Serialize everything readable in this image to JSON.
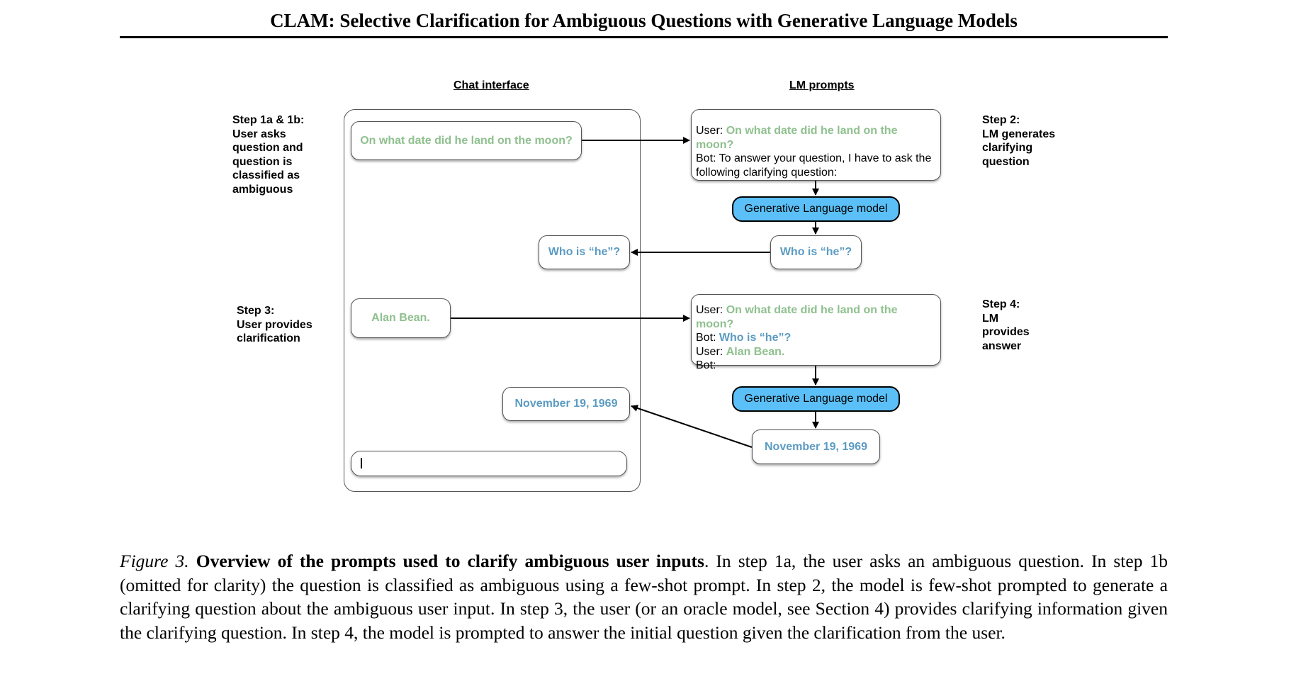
{
  "header": {
    "title": "CLAM: Selective Clarification for Ambiguous Questions with Generative Language Models"
  },
  "figure": {
    "column_headers": {
      "chat": "Chat interface",
      "lm": "LM prompts"
    },
    "steps": {
      "step1": "Step 1a & 1b:\nUser asks\nquestion and\nquestion is\nclassified as\nambiguous",
      "step2": "Step 2:\nLM generates\nclarifying\nquestion",
      "step3": "Step 3:\nUser provides\nclarification",
      "step4": "Step 4:\nLM\nprovides\nanswer"
    },
    "chat": {
      "user_question": "On what date did he land on the moon?",
      "bot_clarify": "Who is “he”?",
      "user_clarification": "Alan Bean.",
      "bot_answer": "November 19, 1969",
      "input_value": ""
    },
    "prompt1": {
      "user_label": "User:",
      "user_text": "On what date did he land on the moon?",
      "bot_label": "Bot:",
      "bot_text": "To answer your question, I have to ask the following clarifying question:"
    },
    "prompt2": {
      "user_label": "User:",
      "user_text": "On what date did he land on the moon?",
      "bot_label": "Bot:",
      "bot_text": "Who is “he”?",
      "user2_label": "User:",
      "user2_text": "Alan Bean.",
      "bot2_label": "Bot:"
    },
    "model_label": "Generative Language model",
    "lm_output_1": "Who is “he”?",
    "lm_output_2": "November 19, 1969",
    "colors": {
      "user_text": "#8fc08f",
      "bot_text": "#5b9bc2",
      "model_fill": "#5bc0f8"
    }
  },
  "caption": {
    "label": "Figure 3.",
    "title": "Overview of the prompts used to clarify ambiguous user inputs",
    "text": ". In step 1a, the user asks an ambiguous question. In step 1b (omitted for clarity) the question is classified as ambiguous using a few-shot prompt. In step 2, the model is few-shot prompted to generate a clarifying question about the ambiguous user input. In step 3, the user (or an oracle model, see Section 4) provides clarifying information given the clarifying question. In step 4, the model is prompted to answer the initial question given the clarification from the user."
  }
}
